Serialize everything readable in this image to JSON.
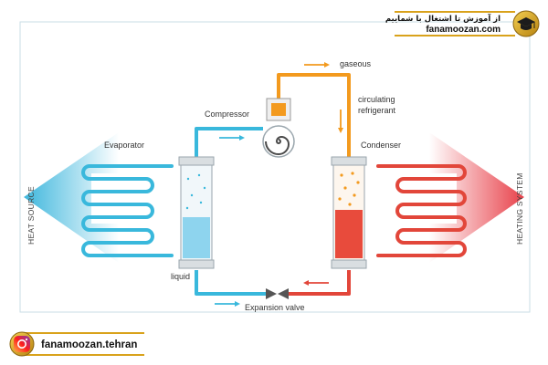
{
  "brand": {
    "slogan_fa": "از آموزش تا اشتغال با شماییم",
    "website": "fanamoozan.com",
    "instagram": "fanamoozan.tehran"
  },
  "labels": {
    "gaseous": "gaseous",
    "circulating_line1": "circulating",
    "circulating_line2": "refrigerant",
    "compressor": "Compressor",
    "evaporator": "Evaporator",
    "condenser": "Condenser",
    "liquid": "liquid",
    "expansion_valve": "Expansion valve",
    "heat_source": "HEAT SOURCE",
    "heating_system": "HEATING SYSTEM"
  },
  "colors": {
    "cold_pipe": "#39b8dc",
    "hot_pipe": "#e2463a",
    "gas_pipe": "#f39a1e",
    "brand_gold": "#d9a21b",
    "frame": "#c9dde6"
  },
  "icons": {
    "logo": "graduation-cap-icon",
    "instagram": "instagram-icon"
  }
}
